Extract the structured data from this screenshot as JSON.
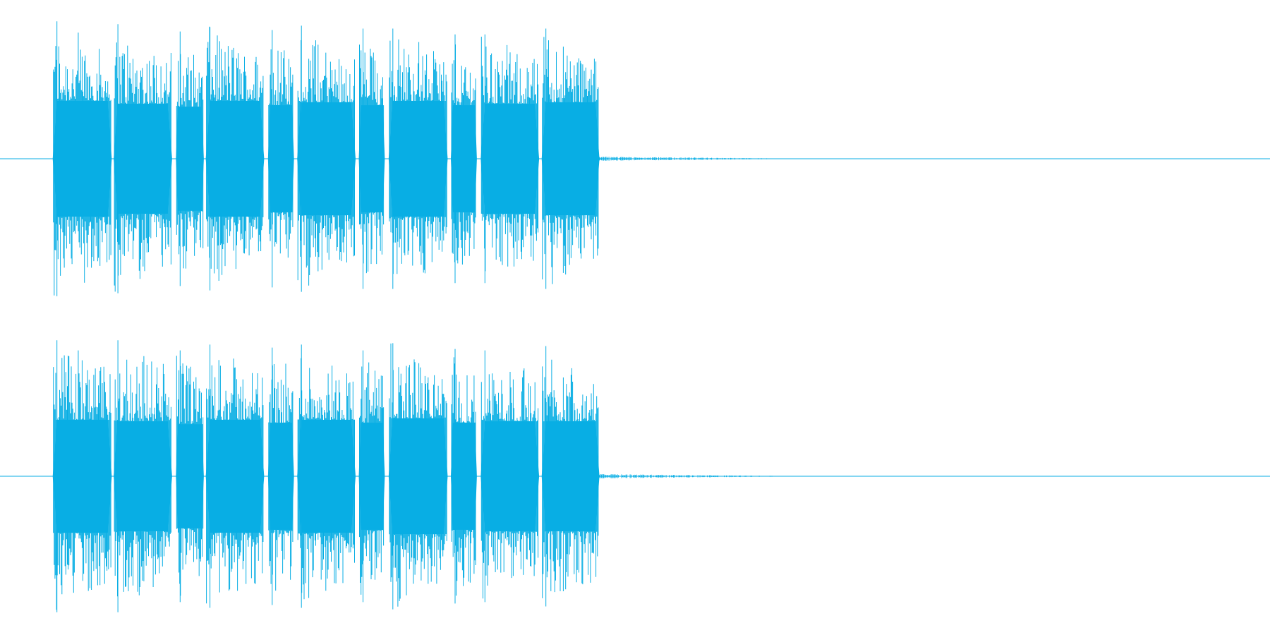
{
  "waveform": {
    "color": "#08aee4",
    "channels": [
      {
        "id": "left",
        "bursts": [
          {
            "start": 0.0415,
            "end": 0.088,
            "peak": 0.95,
            "body": 0.4
          },
          {
            "start": 0.0895,
            "end": 0.1355,
            "peak": 0.93,
            "body": 0.38
          },
          {
            "start": 0.1385,
            "end": 0.1605,
            "peak": 0.88,
            "body": 0.36
          },
          {
            "start": 0.162,
            "end": 0.208,
            "peak": 0.91,
            "body": 0.4
          },
          {
            "start": 0.211,
            "end": 0.2315,
            "peak": 0.89,
            "body": 0.37
          },
          {
            "start": 0.234,
            "end": 0.28,
            "peak": 0.92,
            "body": 0.39
          },
          {
            "start": 0.2825,
            "end": 0.303,
            "peak": 0.9,
            "body": 0.37
          },
          {
            "start": 0.306,
            "end": 0.3525,
            "peak": 0.9,
            "body": 0.4
          },
          {
            "start": 0.355,
            "end": 0.3755,
            "peak": 0.86,
            "body": 0.37
          },
          {
            "start": 0.3785,
            "end": 0.4245,
            "peak": 0.86,
            "body": 0.38
          },
          {
            "start": 0.4265,
            "end": 0.472,
            "peak": 0.9,
            "body": 0.39
          }
        ],
        "tail": {
          "start": 0.472,
          "end": 0.605,
          "level": 0.008
        }
      },
      {
        "id": "right",
        "bursts": [
          {
            "start": 0.0415,
            "end": 0.088,
            "peak": 0.94,
            "body": 0.39
          },
          {
            "start": 0.0895,
            "end": 0.1355,
            "peak": 0.94,
            "body": 0.38
          },
          {
            "start": 0.1385,
            "end": 0.1605,
            "peak": 0.87,
            "body": 0.36
          },
          {
            "start": 0.162,
            "end": 0.208,
            "peak": 0.91,
            "body": 0.39
          },
          {
            "start": 0.211,
            "end": 0.2315,
            "peak": 0.89,
            "body": 0.37
          },
          {
            "start": 0.234,
            "end": 0.28,
            "peak": 0.91,
            "body": 0.39
          },
          {
            "start": 0.2825,
            "end": 0.303,
            "peak": 0.87,
            "body": 0.37
          },
          {
            "start": 0.306,
            "end": 0.3525,
            "peak": 0.92,
            "body": 0.4
          },
          {
            "start": 0.355,
            "end": 0.3755,
            "peak": 0.88,
            "body": 0.37
          },
          {
            "start": 0.3785,
            "end": 0.4245,
            "peak": 0.87,
            "body": 0.38
          },
          {
            "start": 0.4265,
            "end": 0.472,
            "peak": 0.9,
            "body": 0.38
          }
        ],
        "tail": {
          "start": 0.472,
          "end": 0.61,
          "level": 0.008
        }
      }
    ]
  }
}
